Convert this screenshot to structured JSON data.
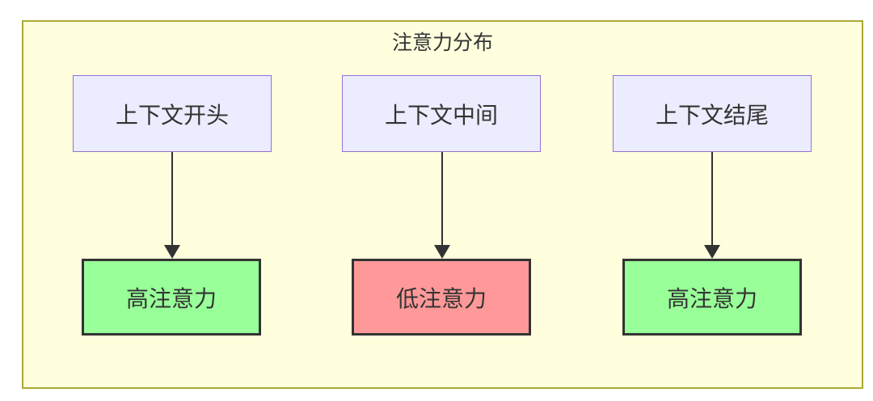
{
  "diagram": {
    "type": "flowchart",
    "title": "注意力分布",
    "columns": [
      {
        "source": "上下文开头",
        "result": "高注意力",
        "level": "high"
      },
      {
        "source": "上下文中间",
        "result": "低注意力",
        "level": "low"
      },
      {
        "source": "上下文结尾",
        "result": "高注意力",
        "level": "high"
      }
    ],
    "colors": {
      "container_fill": "#ffffde",
      "container_border": "#aaaa33",
      "source_fill": "#ececff",
      "source_border": "#9370db",
      "high_fill": "#99ff99",
      "low_fill": "#ff9999",
      "result_border": "#333333",
      "arrow": "#333333",
      "text": "#333333"
    }
  }
}
